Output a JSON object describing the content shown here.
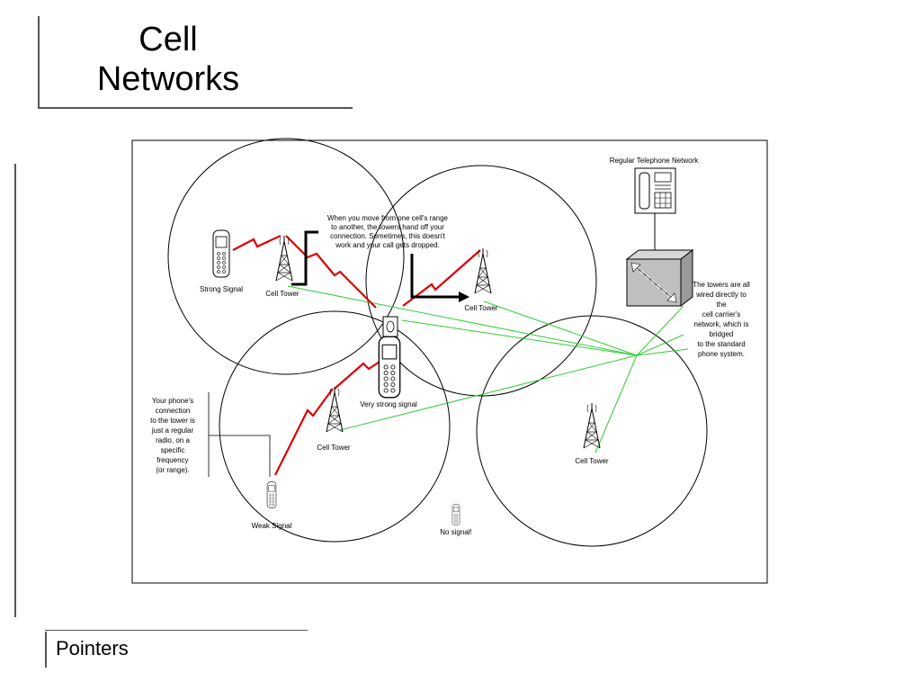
{
  "slide": {
    "title_line1": "Cell",
    "title_line2": "Networks",
    "footer": "Pointers"
  },
  "diagram": {
    "move_note": [
      "When you move from one cell's range",
      "to another, the towers hand off your",
      "connection. Sometimes, this doesn't",
      "work and your call gets dropped."
    ],
    "regular_network_label": "Regular Telephone Network",
    "wired_note": [
      "The towers are all",
      "wired directly to",
      "the",
      "cell carrier's",
      "network, which is",
      "bridged",
      "to the standard",
      "phone system."
    ],
    "radio_note": [
      "Your phone's",
      "connection",
      "to the tower is",
      "just a regular",
      "radio, on a",
      "specific",
      "frequency",
      "(or range)."
    ],
    "labels": {
      "strong_signal": "Strong Signal",
      "cell_tower_1": "Cell Tower",
      "cell_tower_2": "Cell Tower",
      "cell_tower_3": "Cell Tower",
      "cell_tower_4": "Cell Tower",
      "very_strong_signal": "Very strong signal",
      "weak_signal": "Weak Signal",
      "no_signal": "No signal!"
    }
  }
}
